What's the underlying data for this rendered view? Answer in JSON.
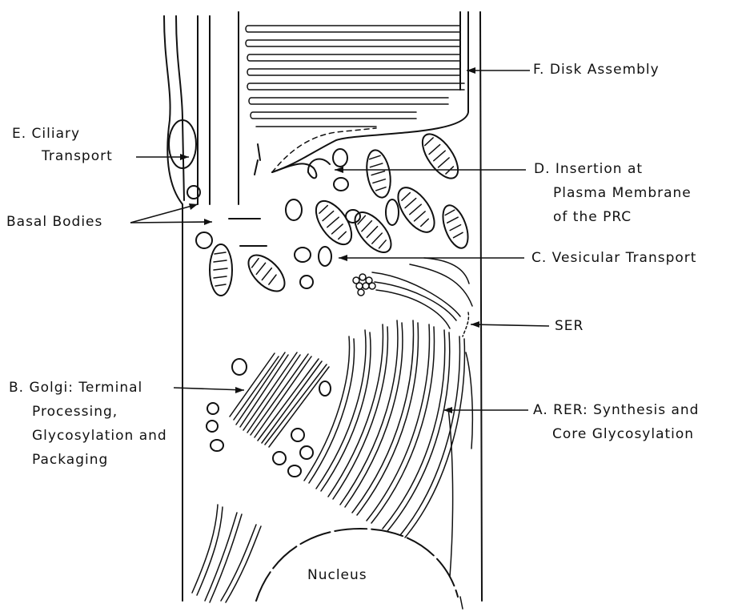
{
  "labels": {
    "disk_assembly": "F. Disk Assembly",
    "ciliary_line1": "E. Ciliary",
    "ciliary_line2": "Transport",
    "basal_bodies": "Basal Bodies",
    "insertion_line1": "D. Insertion at",
    "insertion_line2": "Plasma Membrane",
    "insertion_line3": "of the PRC",
    "vesicular": "C. Vesicular Transport",
    "ser": "SER",
    "golgi_line1": "B. Golgi: Terminal",
    "golgi_line2": "Processing,",
    "golgi_line3": "Glycosylation and",
    "golgi_line4": "Packaging",
    "rer_line1": "A. RER: Synthesis and",
    "rer_line2": "Core Glycosylation",
    "nucleus": "Nucleus"
  }
}
